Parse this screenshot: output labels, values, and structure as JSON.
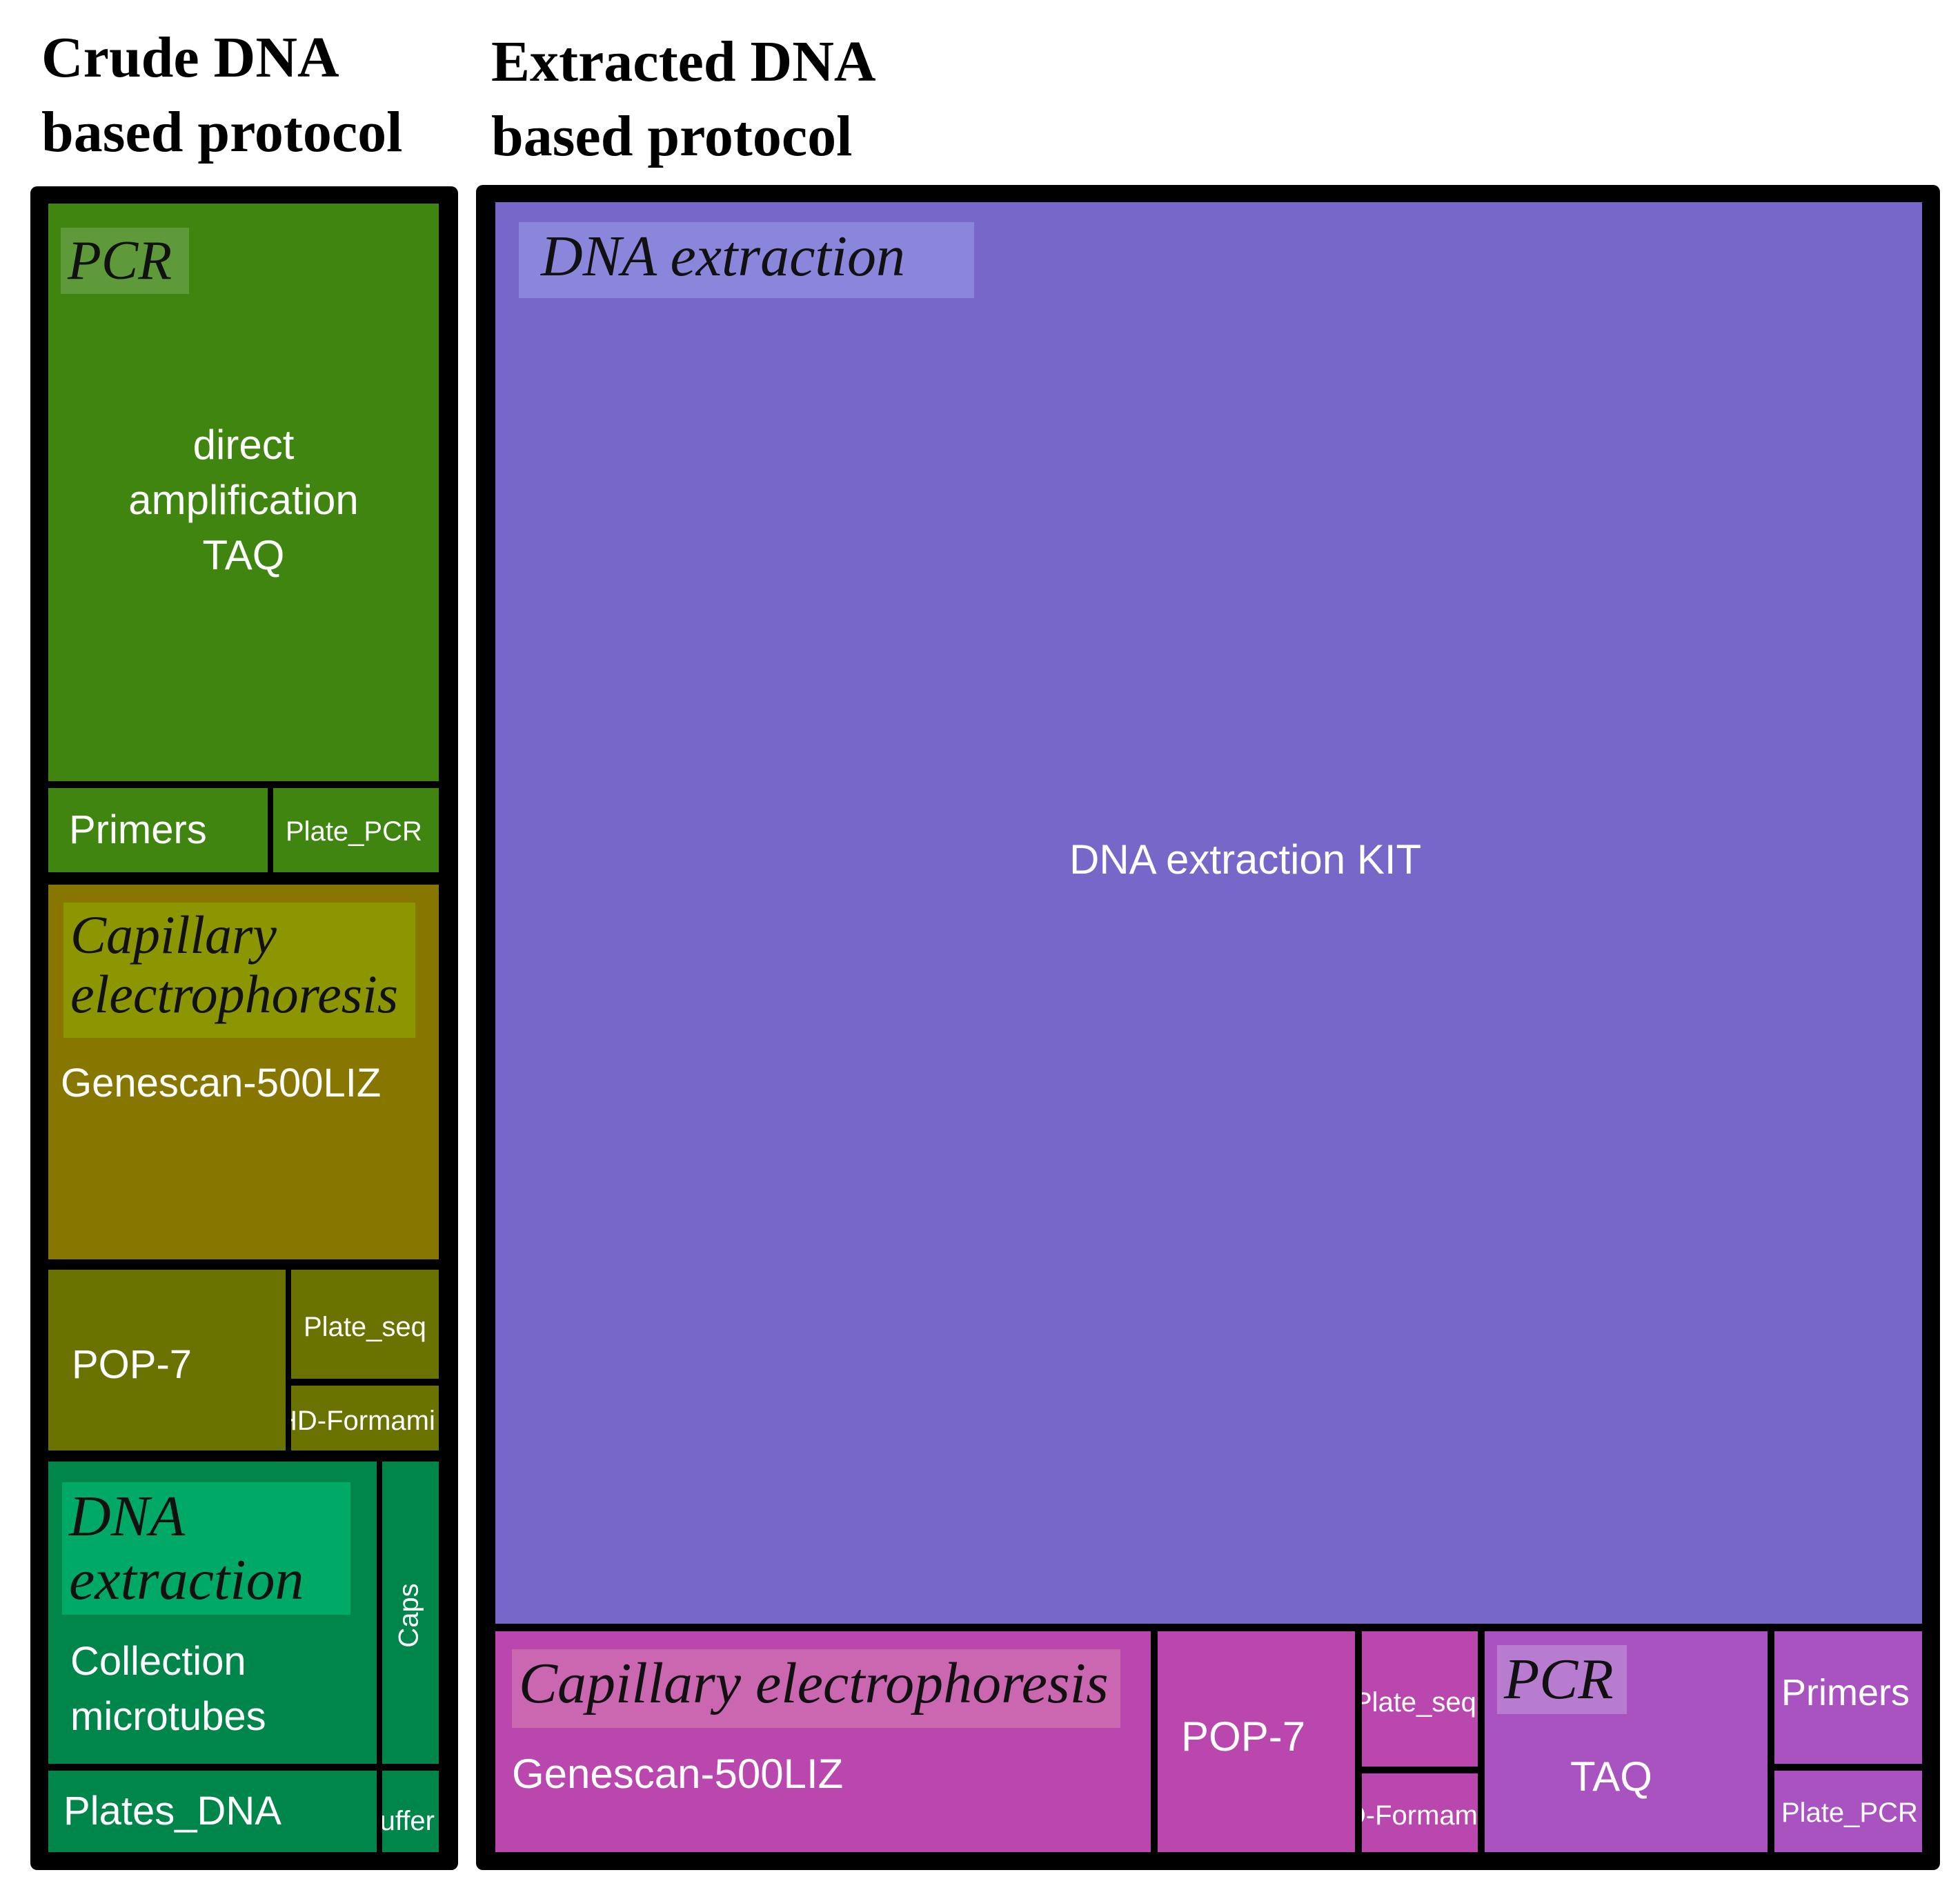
{
  "headings": {
    "crude": "Crude DNA\nbased protocol",
    "extracted": "Extracted DNA\nbased protocol"
  },
  "chart_data": {
    "type": "treemap",
    "title": "",
    "panels": [
      {
        "name": "Crude DNA based protocol",
        "groups": [
          {
            "name": "PCR",
            "color": "#3F850F",
            "tag_color": "#5F9A3A",
            "items": [
              {
                "label": "direct\namplification\nTAQ"
              },
              {
                "label": "Primers"
              },
              {
                "label": "Plate_PCR"
              }
            ]
          },
          {
            "name": "Capillary\nelectrophoresis",
            "color": "#877700",
            "tag_color": "#8C9600",
            "items": [
              {
                "label": "Genescan-500LIZ"
              },
              {
                "label": "POP-7"
              },
              {
                "label": "Plate_seq"
              },
              {
                "label": "HD-Formami"
              }
            ]
          },
          {
            "name": "DNA\nextraction",
            "color": "#00864A",
            "tag_color": "#00AA66",
            "items": [
              {
                "label": "Collection\nmicrotubes"
              },
              {
                "label": "Caps"
              },
              {
                "label": "Plates_DNA"
              },
              {
                "label": "Buffer"
              }
            ]
          }
        ]
      },
      {
        "name": "Extracted DNA based protocol",
        "groups": [
          {
            "name": "DNA extraction",
            "color": "#7767C9",
            "tag_color": "#8A86DC",
            "items": [
              {
                "label": "DNA extraction KIT"
              }
            ]
          },
          {
            "name": "Capillary electrophoresis",
            "color": "#B947AE",
            "tag_color": "#CB66B1",
            "items": [
              {
                "label": "Genescan-500LIZ"
              },
              {
                "label": "POP-7"
              },
              {
                "label": "Plate_seq"
              },
              {
                "label": "HD-Formam ide"
              }
            ]
          },
          {
            "name": "PCR",
            "color": "#A953C1",
            "tag_color": "#B77CD0",
            "items": [
              {
                "label": "TAQ"
              },
              {
                "label": "Primers"
              },
              {
                "label": "Plate_PCR"
              }
            ]
          }
        ]
      }
    ]
  }
}
